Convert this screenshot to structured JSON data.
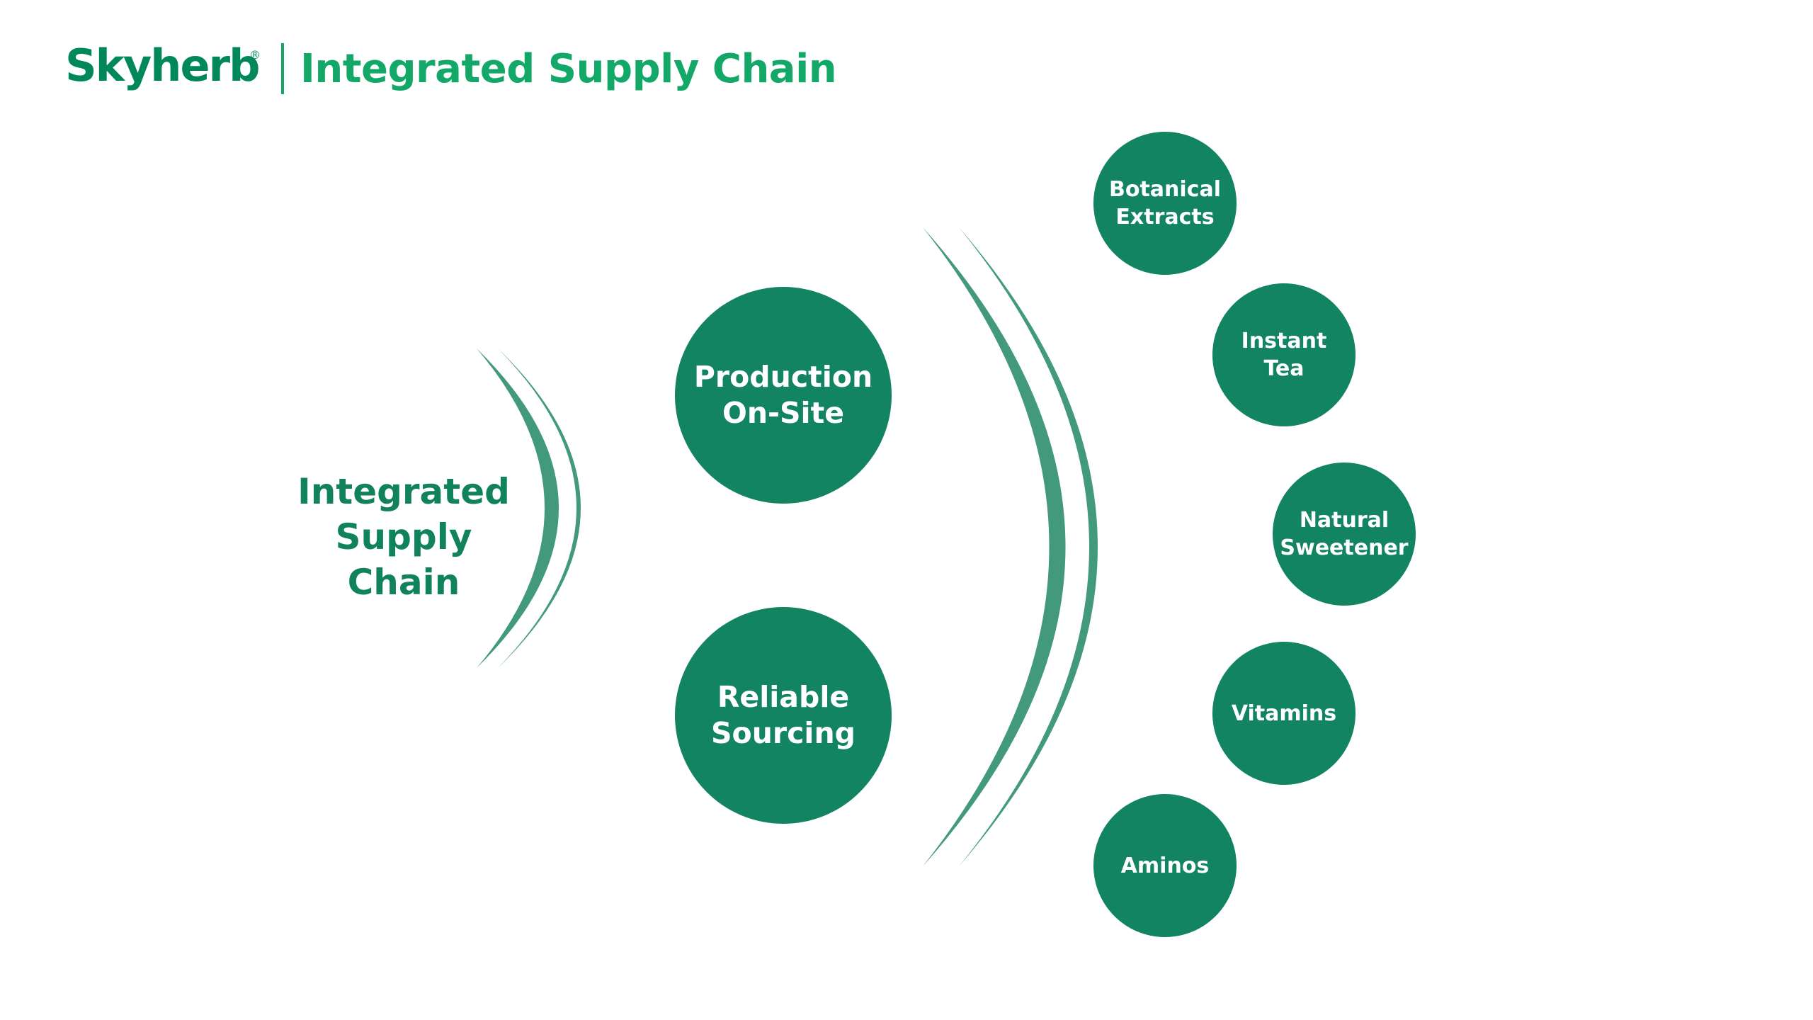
{
  "header": {
    "brand": "Skyherb",
    "registered_mark": "®",
    "title": "Integrated Supply Chain"
  },
  "colors": {
    "brand_green": "#00875A",
    "title_green": "#13A868",
    "circle_fill": "#128461",
    "arc_color": "#42997B",
    "label_green": "#10825E"
  },
  "diagram": {
    "root": {
      "lines": [
        "Integrated",
        "Supply",
        "Chain"
      ]
    },
    "pillars": [
      {
        "lines": [
          "Production",
          "On-Site"
        ]
      },
      {
        "lines": [
          "Reliable",
          "Sourcing"
        ]
      }
    ],
    "products": [
      {
        "lines": [
          "Botanical",
          "Extracts"
        ]
      },
      {
        "lines": [
          "Instant",
          "Tea"
        ]
      },
      {
        "lines": [
          "Natural",
          "Sweetener"
        ]
      },
      {
        "lines": [
          "Vitamins"
        ]
      },
      {
        "lines": [
          "Aminos"
        ]
      }
    ]
  }
}
